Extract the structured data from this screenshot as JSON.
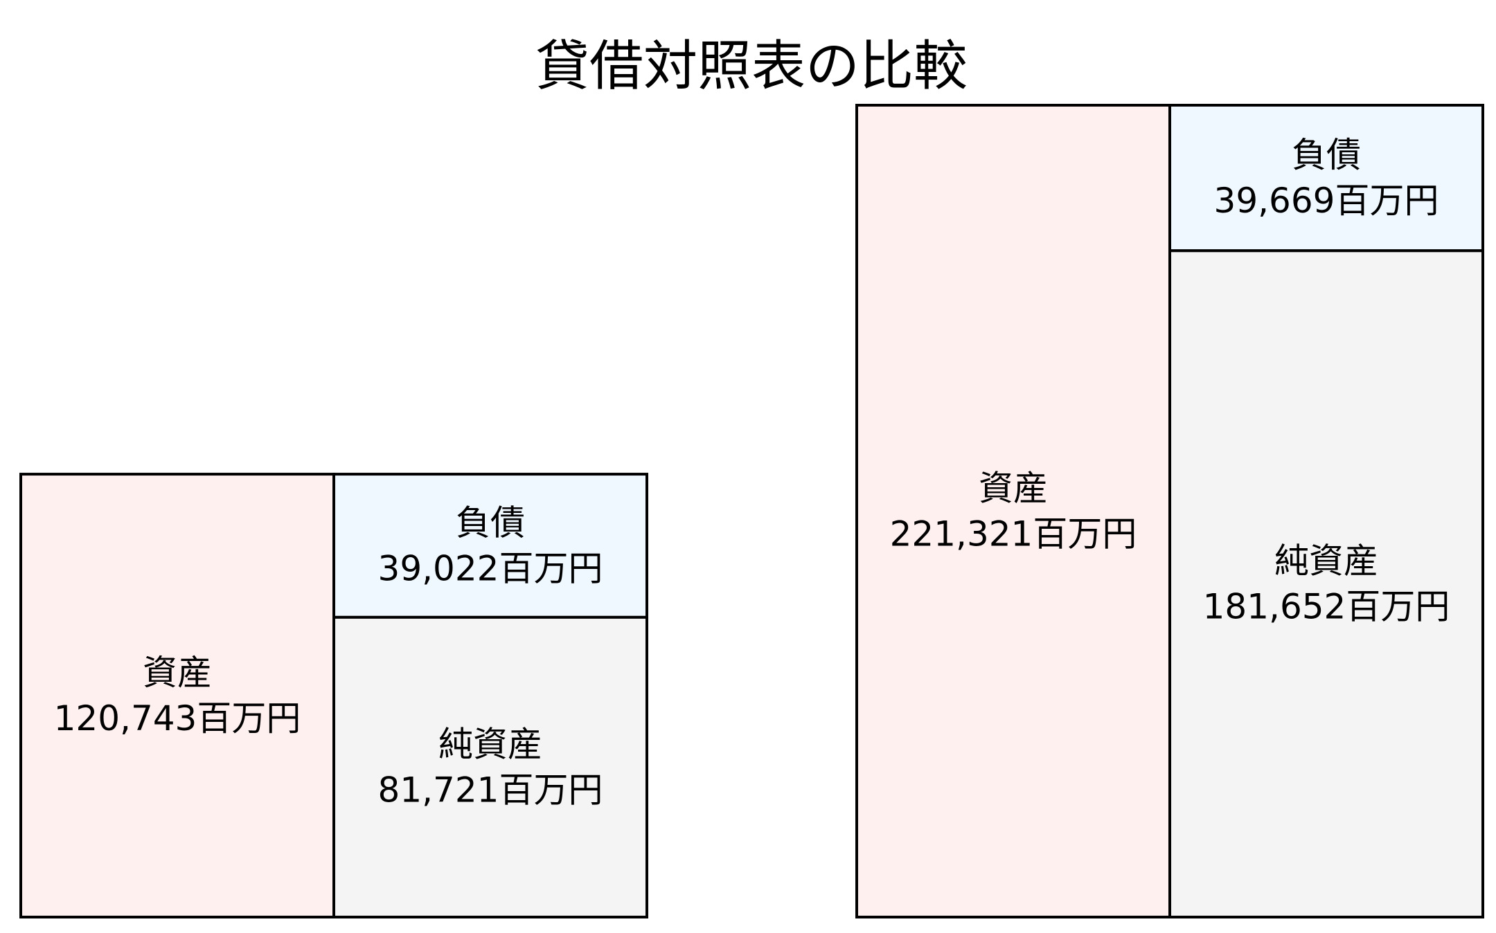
{
  "chart_data": {
    "type": "balance-sheet",
    "title": "貸借対照表の比較",
    "unit": "百万円",
    "colors": {
      "assets": "#fff0f0",
      "liabilities": "#eff7ff",
      "net_assets": "#f4f4f4",
      "border": "#000000"
    },
    "sheets": [
      {
        "assets": {
          "label": "資産",
          "value": 120743,
          "text": "120,743百万円"
        },
        "liabilities": {
          "label": "負債",
          "value": 39022,
          "text": "39,022百万円"
        },
        "net_assets": {
          "label": "純資産",
          "value": 81721,
          "text": "81,721百万円"
        }
      },
      {
        "assets": {
          "label": "資産",
          "value": 221321,
          "text": "221,321百万円"
        },
        "liabilities": {
          "label": "負債",
          "value": 39669,
          "text": "39,669百万円"
        },
        "net_assets": {
          "label": "純資産",
          "value": 181652,
          "text": "181,652百万円"
        }
      }
    ]
  }
}
